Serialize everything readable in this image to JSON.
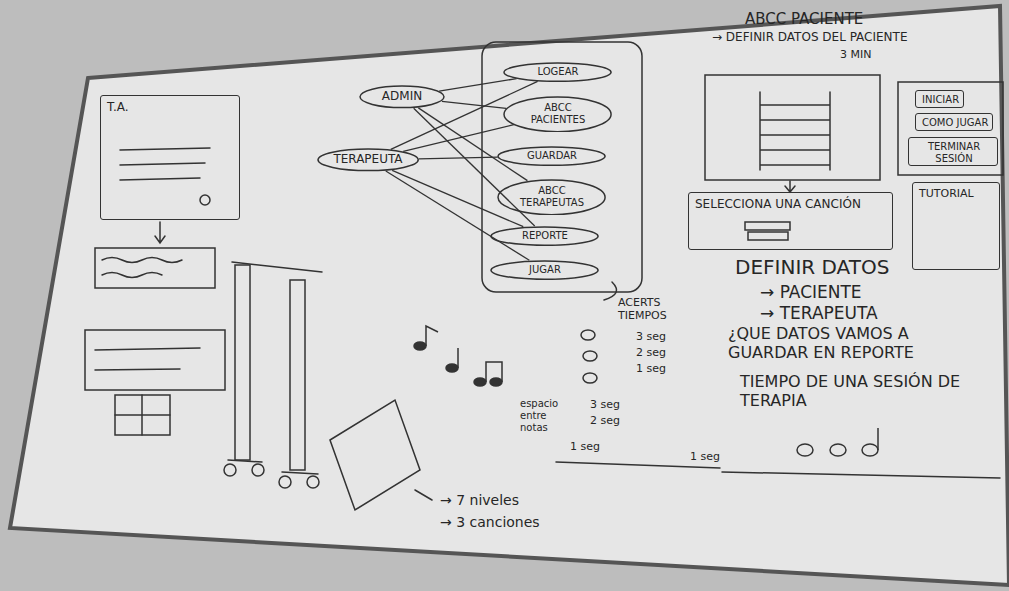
{
  "diagram": {
    "nodes": [
      {
        "text": [
          "ADMIN"
        ]
      },
      {
        "text": [
          "TERAPEUTA"
        ]
      },
      {
        "text": [
          "LOGEAR"
        ]
      },
      {
        "text": [
          "ABCC PACIENTES"
        ]
      },
      {
        "text": [
          "GUARDAR"
        ]
      },
      {
        "text": [
          "ABCC TERAPEUTAS"
        ]
      },
      {
        "text": [
          "REPORTE"
        ]
      },
      {
        "text": [
          "JUGAR"
        ]
      },
      {
        "text": [
          "T.A."
        ]
      },
      {
        "text": [
          "INICIAR"
        ]
      },
      {
        "text": [
          "COMO JUGAR"
        ]
      },
      {
        "text": [
          "TERMINAR SESIÓN"
        ]
      },
      {
        "text": [
          "SELECCIONA UNA CANCIÓN"
        ]
      },
      {
        "text": [
          "TUTORIAL"
        ]
      }
    ],
    "edges": [
      {
        "from": 0,
        "to": 2,
        "arrow": "none"
      },
      {
        "from": 0,
        "to": 3,
        "arrow": "none"
      },
      {
        "from": 0,
        "to": 5,
        "arrow": "none"
      },
      {
        "from": 0,
        "to": 6,
        "arrow": "none"
      },
      {
        "from": 1,
        "to": 2,
        "arrow": "none"
      },
      {
        "from": 1,
        "to": 3,
        "arrow": "none"
      },
      {
        "from": 1,
        "to": 4,
        "arrow": "none"
      },
      {
        "from": 1,
        "to": 6,
        "arrow": "none"
      },
      {
        "from": 1,
        "to": 7,
        "arrow": "none"
      }
    ],
    "labels": [
      "ABCC PACIENTE",
      "→ DEFINIR DATOS DEL PACIENTE",
      "3 MIN",
      "DEFINIR DATOS",
      "→ PACIENTE",
      "→ TERAPEUTA",
      "¿QUE DATOS VAMOS A GUARDAR EN REPORTE",
      "TIEMPO DE UNA SESIÓN DE TERAPIA",
      "ACERTS TIEMPOS",
      "3 seg",
      "2 seg",
      "1 seg",
      "espacio entre notas",
      "3 seg",
      "2 seg",
      "1 seg",
      "1 seg",
      "→ 7 niveles",
      "→ 3 canciones"
    ]
  }
}
